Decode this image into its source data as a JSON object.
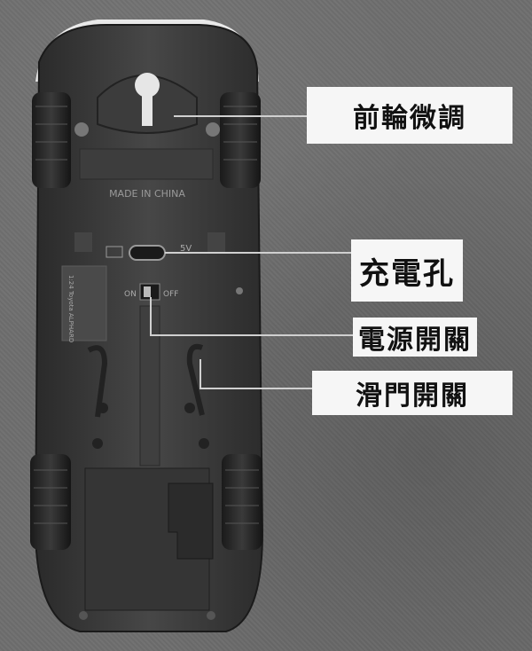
{
  "labels": {
    "front_wheel": "前輪微調",
    "charge_port": "充電孔",
    "power_switch": "電源開關",
    "door_switch": "滑門開關"
  },
  "chassis": {
    "made_in": "MADE IN CHINA",
    "voltage": "5V",
    "switch_on": "ON",
    "switch_off": "OFF",
    "model_text": "1:24 Toyota ALPHARD"
  },
  "colors": {
    "background": "#6e6e6e",
    "chassis": "#3a3a3a",
    "label_bg": "#f6f6f6",
    "label_text": "#111111",
    "leader_line": "#d0d0d0"
  }
}
